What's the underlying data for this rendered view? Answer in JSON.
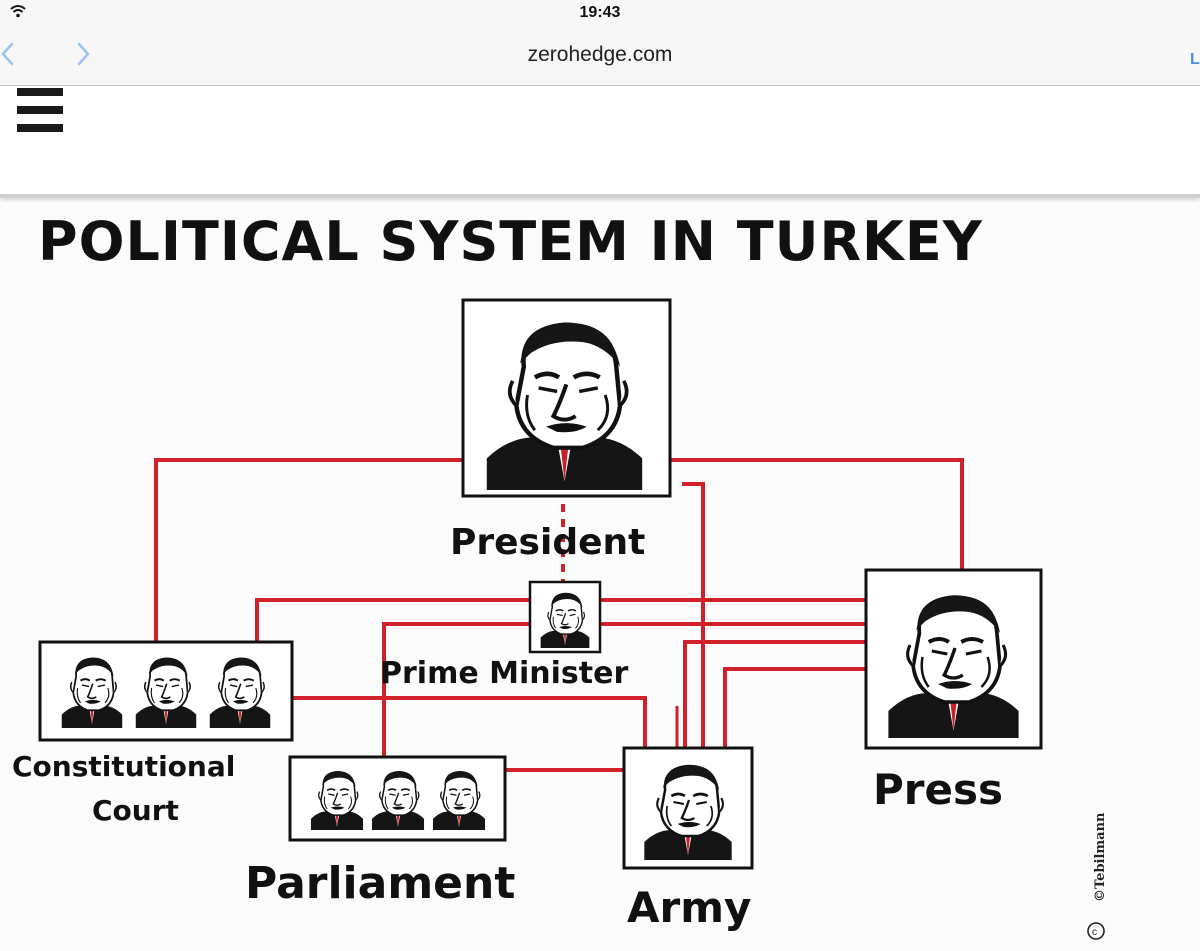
{
  "status_bar": {
    "time": "19:43"
  },
  "nav_bar": {
    "url": "zerohedge.com",
    "right_glyph": "L"
  },
  "site_header": {
    "menu_icon": "hamburger-menu-icon"
  },
  "cartoon": {
    "title": "POLITICAL SYSTEM IN TURKEY",
    "nodes": {
      "president": "President",
      "prime_minister": "Prime Minister",
      "constitutional_court_line1": "Constitutional",
      "constitutional_court_line2": "Court",
      "parliament": "Parliament",
      "army": "Army",
      "press": "Press"
    },
    "signature": "©Tebilmann",
    "line_color": "#d0202a"
  }
}
